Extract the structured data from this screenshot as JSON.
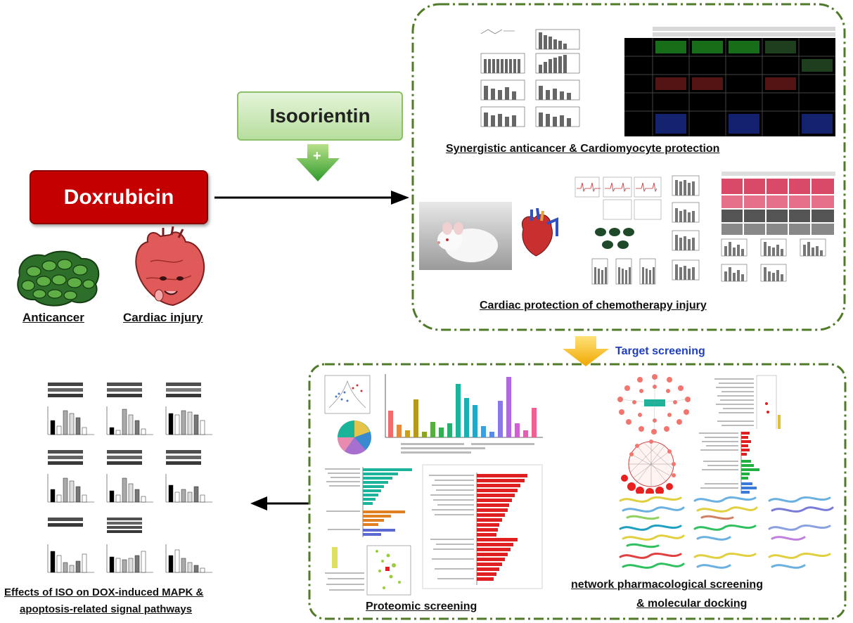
{
  "title_box": {
    "label": "Doxrubicin",
    "color": "#c00000"
  },
  "drug_box": {
    "label": "Isoorientin",
    "plus_symbol": "+",
    "fill": "#c5e6b0"
  },
  "left_labels": {
    "anticancer": "Anticancer",
    "cardiac_injury": "Cardiac injury"
  },
  "top_region": {
    "synergy_label": "Synergistic anticancer & Cardiomyocyte protection",
    "cardiac_label": "Cardiac protection of chemotherapy injury",
    "border_color": "#4f7a28"
  },
  "screening_arrow": {
    "label": "Target screening",
    "label_color": "#1f3fbf",
    "arrow_color": "#f2b800"
  },
  "bottom_region": {
    "proteomic_label": "Proteomic screening",
    "network_label_line1": "network pharmacological screening",
    "network_label_line2": "& molecular docking"
  },
  "bottom_left": {
    "label_line1": "Effects of ISO on DOX-induced MAPK &",
    "label_line2": "apoptosis-related  signal pathways"
  },
  "colors": {
    "dash_border": "#4f7a28",
    "pink_network": "#f4756d",
    "teal_bar": "#1bb39a",
    "red_bar": "#e02020",
    "orange_bar": "#e08020"
  }
}
